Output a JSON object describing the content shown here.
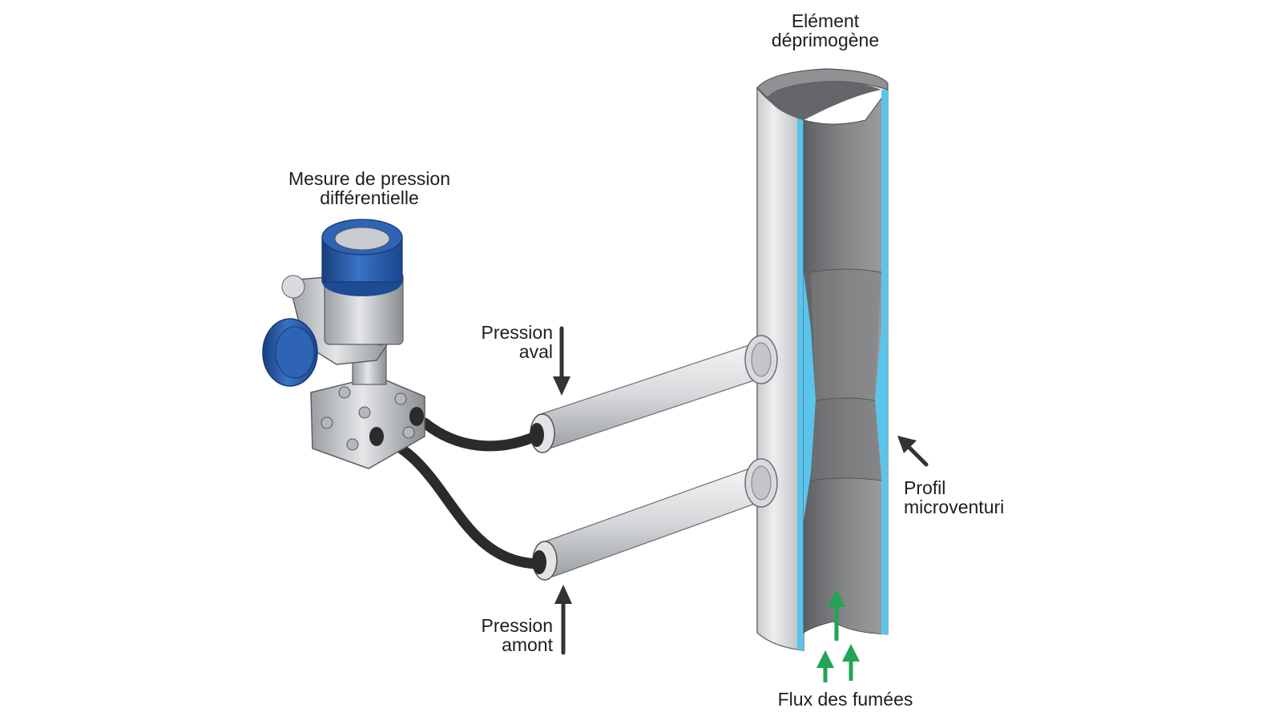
{
  "labels": {
    "pressure_element": {
      "line1": "Elément",
      "line2": "déprimogène"
    },
    "differential_measurement": {
      "line1": "Mesure de pression",
      "line2": "différentielle"
    },
    "downstream_pressure": {
      "line1": "Pression",
      "line2": "aval"
    },
    "upstream_pressure": {
      "line1": "Pression",
      "line2": "amont"
    },
    "microventuri_profile": {
      "line1": "Profil",
      "line2": "microventuri"
    },
    "flue_gas_flow": "Flux des fumées"
  },
  "colors": {
    "pipe_outer": "#d4d6d9",
    "pipe_inner": "#7a7c7f",
    "liner_blue": "#5bc4ec",
    "transmitter_blue": "#2458a6",
    "hose": "#2b2b2b",
    "flow_arrow_green": "#22a455",
    "pressure_arrow": "#333333"
  },
  "icons": {
    "transmitter": "differential-pressure-transmitter-icon",
    "flow_arrows": "arrow-up-icon",
    "pressure_arrows": "arrow-down-icon"
  }
}
